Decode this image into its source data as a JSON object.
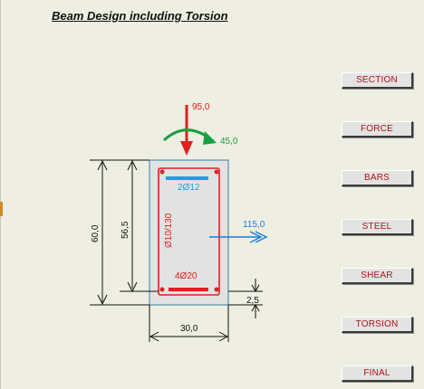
{
  "title": "Beam Design including Torsion",
  "buttons": {
    "section": "SECTION",
    "force": "FORCE",
    "bars": "BARS",
    "steel": "STEEL",
    "shear": "SHEAR",
    "torsion": "TORSION",
    "final": "FINAL"
  },
  "loads": {
    "vertical_force": "95,0",
    "torsion_moment": "45,0",
    "horizontal_force": "115,0"
  },
  "reinforcement": {
    "top_bars": "2Ø12",
    "bottom_bars": "4Ø20",
    "stirrups": "Ø10/130"
  },
  "dimensions": {
    "height": "60,0",
    "effective_depth": "56,5",
    "width": "30,0",
    "cover": "2,5"
  },
  "colors": {
    "background": "#eeeee2",
    "section_fill": "#e2e2e2",
    "reinforcement": "#e02020",
    "top_bars": "#1aa0dd",
    "vertical_force": "#e02020",
    "torsion_moment": "#18a040",
    "horizontal_force": "#1a7ed4",
    "button_text": "#b01515"
  }
}
